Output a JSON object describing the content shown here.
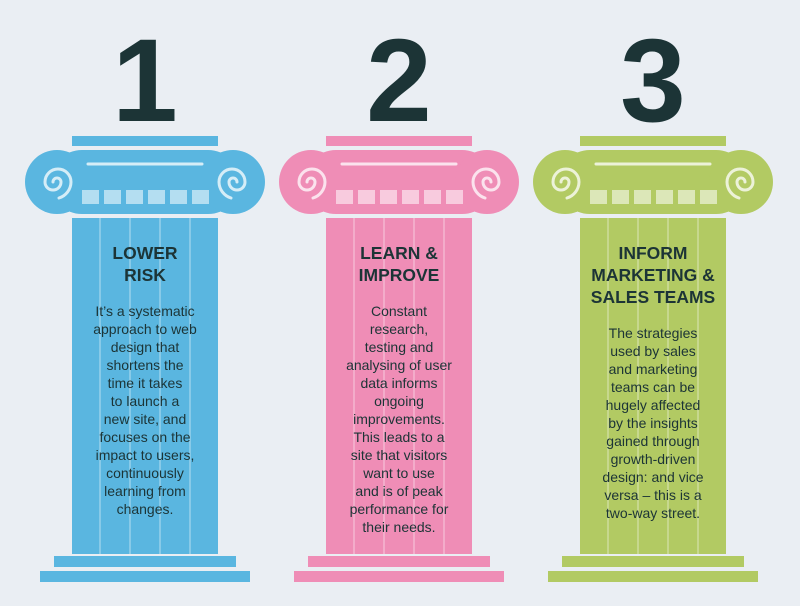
{
  "colors": {
    "blue": "#5ab6e0",
    "pink": "#ef8db6",
    "green": "#b2ca63",
    "dark": "#1c3436",
    "background": "#eaeef3"
  },
  "pillars": [
    {
      "number": "1",
      "heading": "LOWER\nRISK",
      "body": "It’s a systematic\napproach to web\ndesign that\nshortens the\ntime it takes\nto launch a\nnew site, and\nfocuses on the\nimpact to users,\ncontinuously\nlearning from\nchanges."
    },
    {
      "number": "2",
      "heading": "LEARN &\nIMPROVE",
      "body": "Constant\nresearch,\ntesting and\nanalysing of user\ndata informs\nongoing\nimprovements.\nThis leads to a\nsite that visitors\nwant to use\nand is of peak\nperformance for\ntheir needs."
    },
    {
      "number": "3",
      "heading": "INFORM\nMARKETING &\nSALES TEAMS",
      "body": "The strategies\nused by sales\nand marketing\nteams can be\nhugely affected\nby the insights\ngained through\ngrowth-driven\ndesign: and vice\nversa – this is a\ntwo-way street."
    }
  ]
}
